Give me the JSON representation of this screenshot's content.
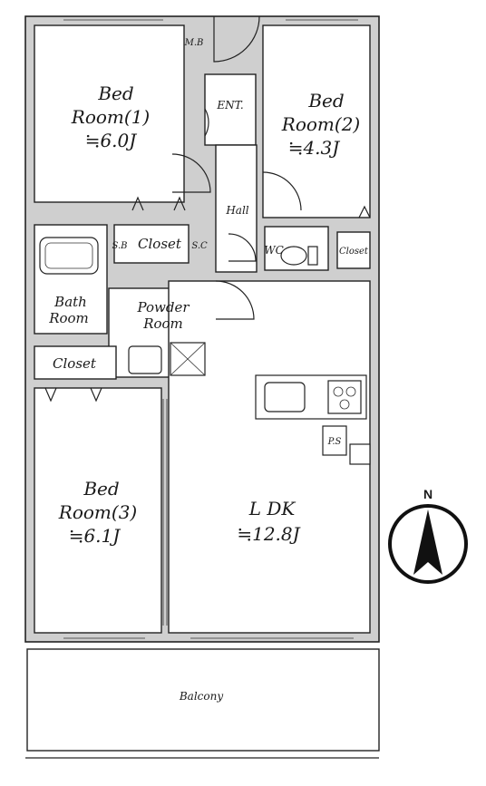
{
  "rooms": {
    "bed1": {
      "name": "Bed",
      "name2": "Room(1)",
      "size": "≒6.0J"
    },
    "bed2": {
      "name": "Bed",
      "name2": "Room(2)",
      "size": "≒4.3J"
    },
    "bed3": {
      "name": "Bed",
      "name2": "Room(3)",
      "size": "≒6.1J"
    },
    "ldk": {
      "name": "L DK",
      "size": "≒12.8J"
    },
    "bath": {
      "name": "Bath",
      "name2": "Room"
    },
    "powder": {
      "name": "Powder",
      "name2": "Room"
    },
    "hall": {
      "name": "Hall"
    },
    "ent": {
      "name": "ENT."
    },
    "balcony": {
      "name": "Balcony"
    }
  },
  "closets": {
    "c1": "Closet",
    "c2": "Closet",
    "c3": "Closet"
  },
  "small_labels": {
    "sb": "S.B",
    "sc": "S.C",
    "wc": "WC",
    "ps": "P.S",
    "mb": "M.B"
  },
  "compass": {
    "north": "N"
  }
}
